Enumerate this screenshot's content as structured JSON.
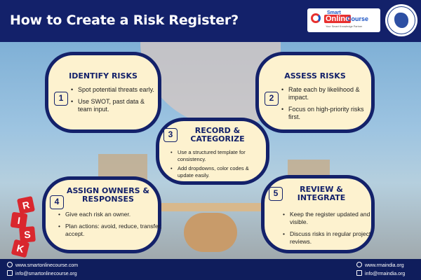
{
  "header": {
    "title": "How to Create a Risk Register?",
    "logo_left": {
      "smart": "Smart",
      "online": "Online",
      "course": "Course",
      "tagline": "Your Smart Knowledge Partner"
    }
  },
  "cards": [
    {
      "number": "1",
      "heading": "IDENTIFY RISKS",
      "bullets": [
        "Spot potential threats early.",
        "Use SWOT, past data & team input."
      ]
    },
    {
      "number": "2",
      "heading": "ASSESS RISKS",
      "bullets": [
        "Rate each by likelihood & impact.",
        "Focus on high-priority risks first."
      ]
    },
    {
      "number": "3",
      "heading": "RECORD & CATEGORIZE",
      "bullets": [
        "Use a structured template for consistency.",
        "Add dropdowns, color codes & update easily."
      ]
    },
    {
      "number": "4",
      "heading": "ASSIGN OWNERS & RESPONSES",
      "bullets": [
        "Give each risk an owner.",
        "Plan actions: avoid, reduce, transfer, accept."
      ]
    },
    {
      "number": "5",
      "heading": "REVIEW & INTEGRATE",
      "bullets": [
        "Keep the register updated and visible.",
        "Discuss risks in regular project reviews."
      ]
    }
  ],
  "dice_letters": [
    "R",
    "I",
    "S",
    "K"
  ],
  "footer": {
    "left_website": "www.smartonlinecourse.com",
    "left_email": "info@smartonlinecourse.org",
    "right_website": "www.rmaindia.org",
    "right_email": "info@rmaindia.org"
  },
  "colors": {
    "navy": "#13216a",
    "card_fill": "#fdf2cf",
    "dice_red": "#d9272e"
  },
  "icons": [
    "globe-icon",
    "email-icon"
  ]
}
